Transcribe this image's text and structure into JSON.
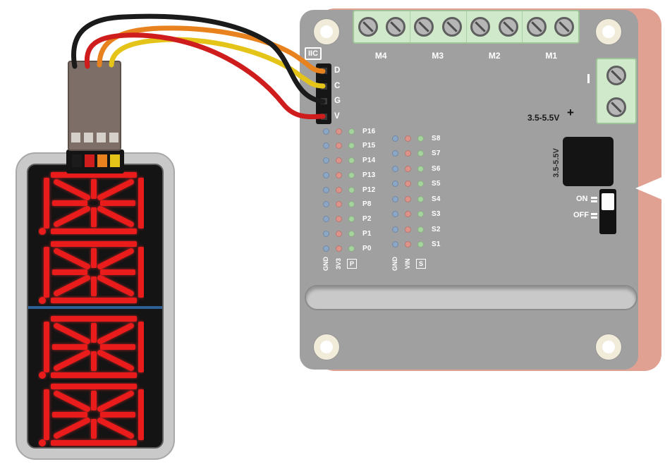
{
  "colors": {
    "board-gray": "#a0a0a0",
    "board-pink": "#e0a193",
    "terminal-green": "#cfe9ca",
    "pin-gnd": "#8ca6c6",
    "pin-pwr": "#dd938a",
    "pin-sig": "#a6d49e",
    "segment-red": "#ea1b1b",
    "display-silver": "#c9c9c9",
    "blue-line": "#2e5f95",
    "wire-black": "#1b1b1b",
    "wire-red": "#cf1d1d",
    "wire-orange": "#e8821e",
    "wire-yellow": "#e5c41a"
  },
  "display": {
    "module": "4-digit 14-segment LED display",
    "digit_count": 4,
    "state": "all segments lit"
  },
  "connector": {
    "pin_count": 4,
    "wire_colors": [
      "black",
      "red",
      "orange",
      "yellow"
    ]
  },
  "wires": [
    {
      "color": "yellow",
      "hex": "#e5c41a",
      "to_pin": "C"
    },
    {
      "color": "orange",
      "hex": "#e8821e",
      "to_pin": "D"
    },
    {
      "color": "red",
      "hex": "#cf1d1d",
      "to_pin": "V"
    },
    {
      "color": "black",
      "hex": "#1b1b1b",
      "to_pin": "G"
    }
  ],
  "board": {
    "iic_label": "IIC",
    "iic_pins": [
      "D",
      "C",
      "G",
      "V"
    ],
    "motor_labels": [
      "M4",
      "M3",
      "M2",
      "M1"
    ],
    "left_pins": [
      "P16",
      "P15",
      "P14",
      "P13",
      "P12",
      "P8",
      "P2",
      "P1",
      "P0"
    ],
    "left_col_labels": {
      "col1": "GND",
      "col2": "3V3",
      "col3": "P"
    },
    "right_pins": [
      "S8",
      "S7",
      "S6",
      "S5",
      "S4",
      "S3",
      "S2",
      "S1"
    ],
    "right_col_labels": {
      "col1": "GND",
      "col2": "VIN",
      "col3": "S"
    },
    "power_label": "3.5-5.5V",
    "power_plus": "+",
    "jack_label": "3.5-5.5V",
    "switch": {
      "on": "ON",
      "off": "OFF"
    }
  }
}
